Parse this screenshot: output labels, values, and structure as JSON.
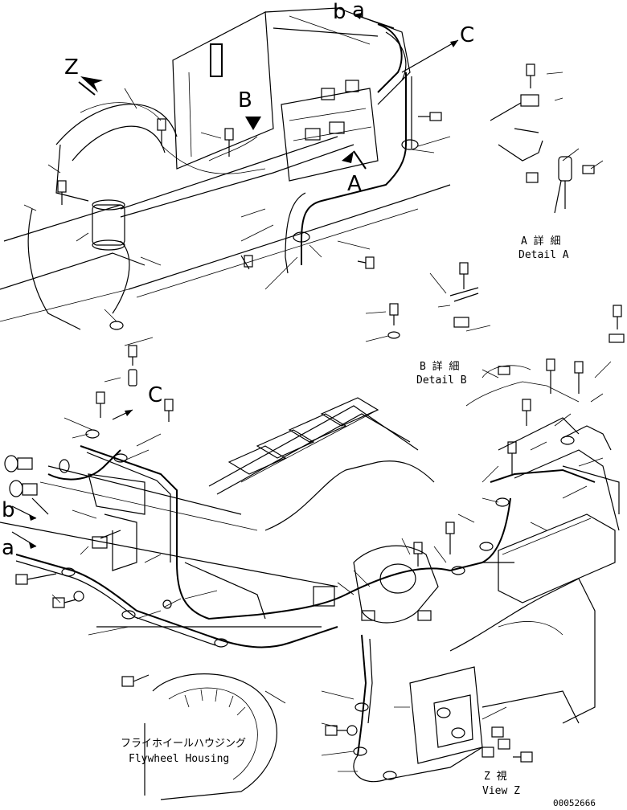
{
  "labels": {
    "view_z_letter": "Z",
    "view_b_letter": "B",
    "view_a_letter": "A",
    "arrow_a": "a",
    "arrow_b": "b",
    "arrow_c_top": "C",
    "arrow_c_mid": "C",
    "arrow_a_left": "a",
    "arrow_b_left": "b"
  },
  "captions": {
    "detail_a_jp": "A 詳 細",
    "detail_a_en": "Detail A",
    "detail_b_jp": "B 詳 細",
    "detail_b_en": "Detail B",
    "flywheel_jp": "フライホイールハウジング",
    "flywheel_en": "Flywheel Housing",
    "view_z_jp": "Z  視",
    "view_z_en": "View Z"
  },
  "drawing_number": "00052666"
}
